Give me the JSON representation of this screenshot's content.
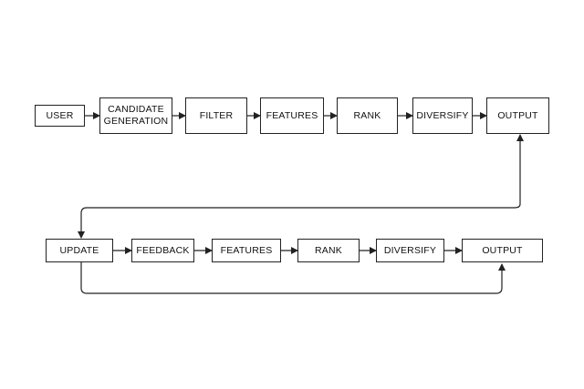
{
  "diagram": {
    "colors": {
      "stroke": "#222222",
      "text": "#111111",
      "background": "#ffffff"
    },
    "row1": {
      "user": "USER",
      "candidate_line1": "CANDIDATE",
      "candidate_line2": "GENERATION",
      "filter": "FILTER",
      "features": "FEATURES",
      "rank": "RANK",
      "diversify": "DIVERSIFY",
      "output": "OUTPUT"
    },
    "row2": {
      "update": "UPDATE",
      "feedback": "FEEDBACK",
      "features": "FEATURES",
      "rank": "RANK",
      "diversify": "DIVERSIFY",
      "output": "OUTPUT"
    }
  }
}
